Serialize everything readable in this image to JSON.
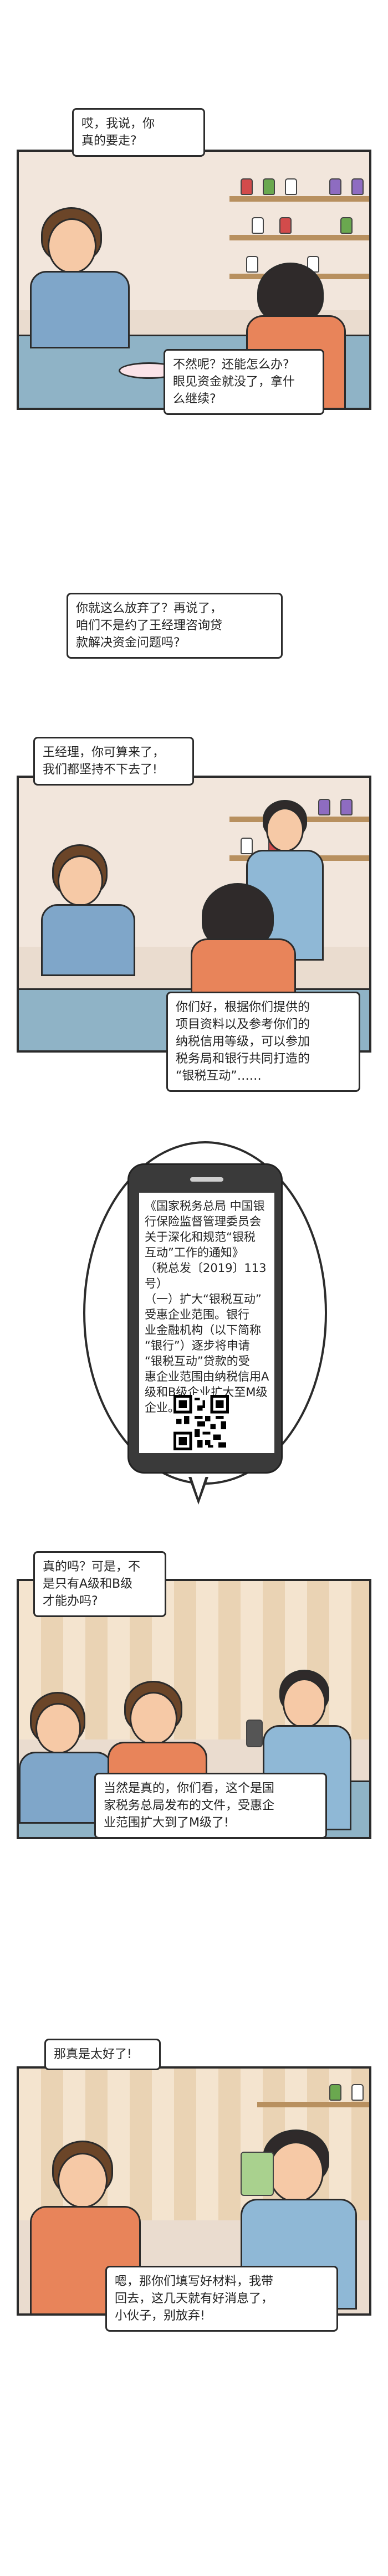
{
  "panel1": {
    "bubble_top": "哎，我说，你\n真的要走?",
    "bubble_bottom": "不然呢？还能怎么办?\n眼见资金就没了，拿什\n么继续?"
  },
  "panel2": {
    "bubble_outer": "你就这么放弃了？再说了，\n咱们不是约了王经理咨询贷\n款解决资金问题吗?",
    "bubble_left": "王经理，你可算来了，\n我们都坚持不下去了!",
    "bubble_right": "你们好，根据你们提供的\n项目资料以及参考你们的\n纳税信用等级，可以参加\n税务局和银行共同打造的\n“银税互动”……"
  },
  "phone": {
    "notice_text": "《国家税务总局 中国银\n行保险监督管理委员会\n关于深化和规范“银税\n互动”工作的通知》\n（税总发〔2019〕113\n号）\n（一）扩大“银税互动”\n受惠企业范围。银行\n业金融机构（以下简称\n“银行”）逐步将申请\n“银税互动”贷款的受\n惠企业范围由纳税信用A\n级和B级企业扩大至M级\n企业。"
  },
  "panel3": {
    "bubble_top": "真的吗？可是，不\n是只有A级和B级\n才能办吗?",
    "bubble_bottom": "当然是真的，你们看，这个是国\n家税务总局发布的文件，受惠企\n业范围扩大到了M级了!"
  },
  "panel4": {
    "bubble_top": "那真是太好了!",
    "bubble_bottom": "嗯，那你们填写好材料，我带\n回去，这几天就有好消息了，\n小伙子，别放弃!"
  },
  "colors": {
    "outline": "#2b2b2b",
    "blue_shirt": "#7fa6c9",
    "orange_shirt": "#e8845a",
    "hair_brown": "#6b4528",
    "hair_dark": "#2f2a2a"
  }
}
